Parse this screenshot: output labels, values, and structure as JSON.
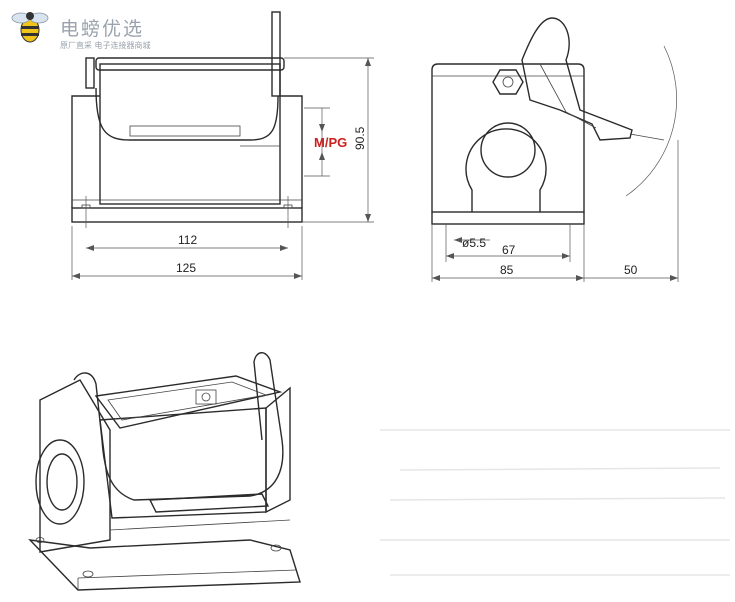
{
  "logo": {
    "title": "电螃优选",
    "subtitle": "原厂直采 电子连接器商城",
    "icon": "bee-logo-icon"
  },
  "front_view": {
    "width_inner": "112",
    "width_outer": "125",
    "height": "90.5",
    "thread_label": "M/PG"
  },
  "side_view": {
    "hole_diameter": "ø5.5",
    "hole_pitch": "67",
    "base_width": "85",
    "lever_clearance": "50"
  },
  "colors": {
    "line": "#2b2b2b",
    "accent": "#cc1f1f",
    "logo": "#9aa3ad"
  }
}
